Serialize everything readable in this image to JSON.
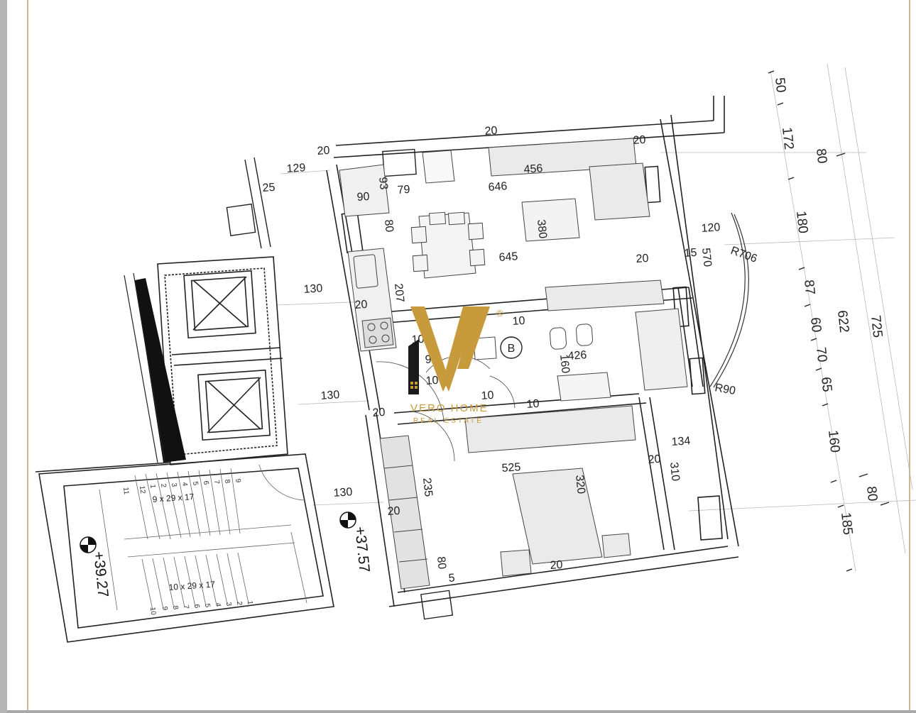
{
  "logo": {
    "brand_name": "VERO HOME",
    "brand_sub": "REAL ESTATE",
    "registered_mark": "®",
    "gold": "#c79a3c",
    "black": "#1a1a1a"
  },
  "levels": {
    "stair_level": "+39.27",
    "apartment_level": "+37.57"
  },
  "stairs": {
    "upper_flight": "9 x 29 x 17",
    "lower_flight": "10 x 29 x 17",
    "upper_steps": [
      "11",
      "12",
      "1",
      "2",
      "3",
      "4",
      "5",
      "6",
      "7",
      "8",
      "9"
    ],
    "lower_steps": [
      "10",
      "9",
      "8",
      "7",
      "6",
      "5",
      "4",
      "3",
      "2",
      "1"
    ]
  },
  "dimensions": {
    "d20_top": "20",
    "d20_corner": "20",
    "d129": "129",
    "d25": "25",
    "d20_rtop": "20",
    "d456": "456",
    "d90": "90",
    "d93": "93",
    "d79": "79",
    "d646": "646",
    "d80_kitchen": "80",
    "d380": "380",
    "d645": "645",
    "d120": "120",
    "d20_living": "20",
    "d15": "15",
    "d570": "570",
    "r706": "R706",
    "d130_a": "130",
    "d207": "207",
    "d20_wall": "20",
    "d10_a": "10",
    "d10_b": "10",
    "d9": "9",
    "d426": "426",
    "d160_bath": "160",
    "r90": "R90",
    "d130_b": "130",
    "d10_c": "10",
    "d10_d": "10",
    "d20_b": "20",
    "d10_e": "10",
    "d134": "134",
    "d20_bed": "20",
    "d310": "310",
    "d525": "525",
    "d235": "235",
    "d320": "320",
    "d130_c": "130",
    "d20_closet": "20",
    "d80_closet": "80",
    "d5": "5",
    "d20_bottom": "20",
    "b_label": "B"
  },
  "right_chain": {
    "inner": [
      "50",
      "172",
      "80",
      "180",
      "87",
      "60",
      "70",
      "65",
      "160",
      "80",
      "185"
    ],
    "middle": "622",
    "outer": "725"
  }
}
